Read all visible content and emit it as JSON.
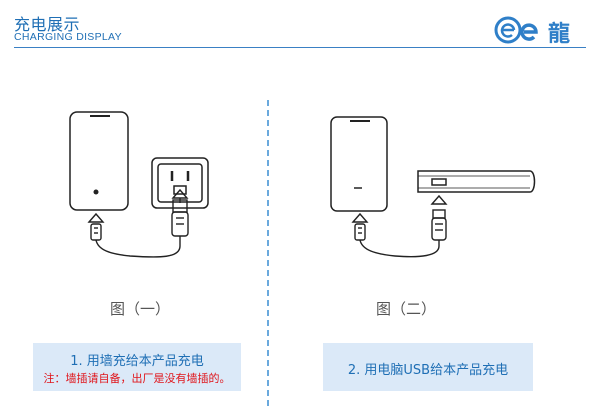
{
  "header": {
    "title": "充电展示",
    "subtitle": "CHARGING DISPLAY"
  },
  "logo": {
    "icon": "e-logo-icon",
    "text": "e 龍"
  },
  "figures": [
    {
      "label": "图（一）",
      "caption": "1. 用墙充给本产品充电",
      "note": "注：墙插请自备，出厂是没有墙插的。"
    },
    {
      "label": "图（二）",
      "caption": "2. 用电脑USB给本产品充电"
    }
  ],
  "colors": {
    "accent": "#1f6fb5",
    "note_red": "#e0151b",
    "box_bg": "#dbe9f8"
  }
}
